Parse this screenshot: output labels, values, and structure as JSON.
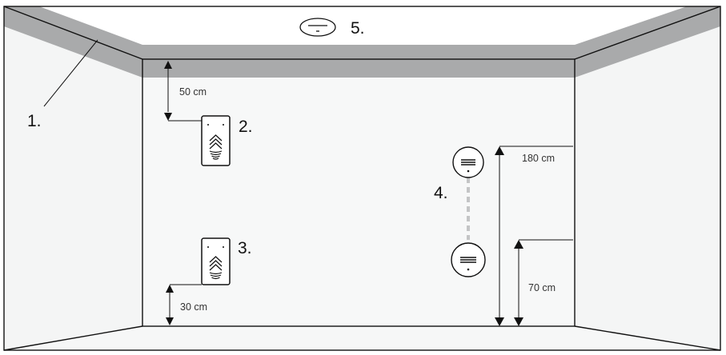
{
  "labels": {
    "ceiling_strip": "1.",
    "detector_upper": "2.",
    "detector_lower": "3.",
    "sensor_pair": "4.",
    "ceiling_detector": "5."
  },
  "measurements": {
    "top_gap": "50 cm",
    "bottom_gap": "30 cm",
    "upper_height": "180 cm",
    "lower_height": "70 cm"
  },
  "colors": {
    "outline": "#111111",
    "wall": "#f4f5f5",
    "back_wall": "#f7f8f8",
    "ceiling_strip": "#a9aaab",
    "connector": "#c4c5c6"
  },
  "icons": {
    "ceiling_detector": "ceiling-smoke-detector-icon",
    "wall_detector": "wall-motion-detector-icon",
    "sensor": "round-wall-sensor-icon"
  }
}
